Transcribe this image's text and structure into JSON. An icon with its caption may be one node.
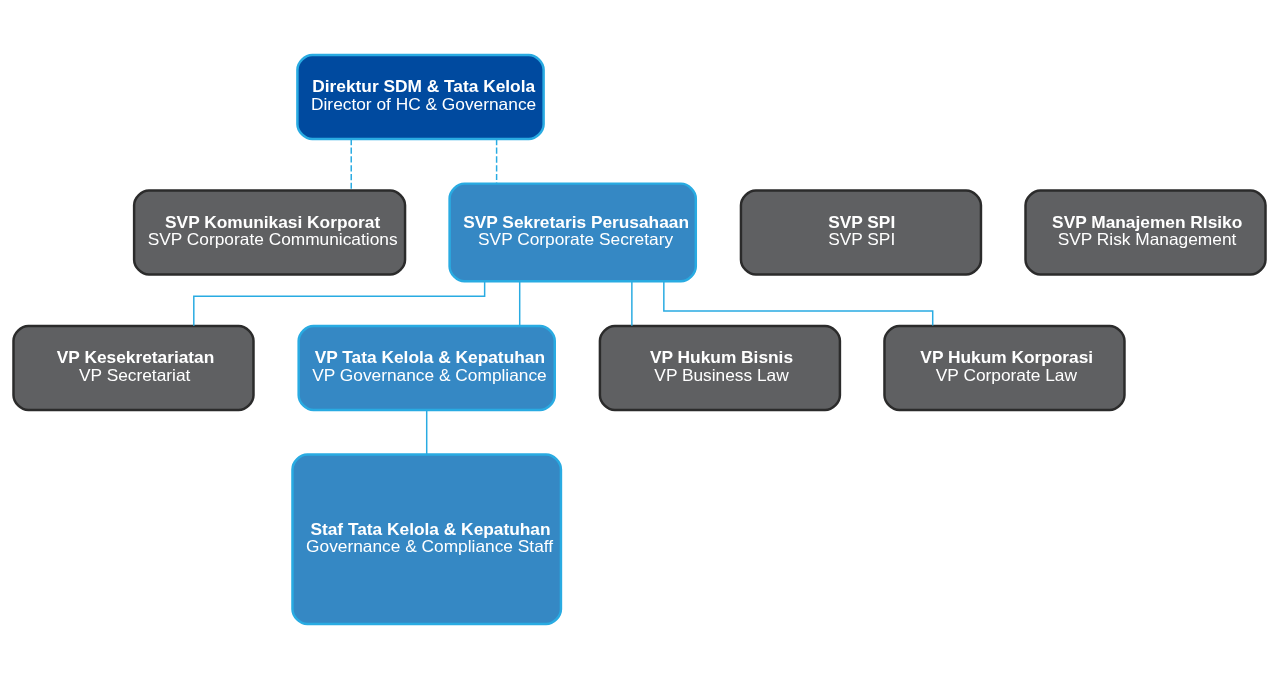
{
  "diagram": {
    "nodes": [
      {
        "text": [
          "Direktur SDM & Tata Kelola",
          "Director of HC & Governance"
        ]
      },
      {
        "text": [
          "SVP Komunikasi Korporat",
          "SVP Corporate Communications"
        ]
      },
      {
        "text": [
          "SVP Sekretaris Perusahaan",
          "SVP Corporate Secretary"
        ]
      },
      {
        "text": [
          "SVP SPI",
          "SVP SPI"
        ]
      },
      {
        "text": [
          "SVP Manajemen RIsiko",
          "SVP Risk Management"
        ]
      },
      {
        "text": [
          "VP Kesekretariatan",
          "VP Secretariat"
        ]
      },
      {
        "text": [
          "VP Tata Kelola & Kepatuhan",
          "VP Governance & Compliance"
        ]
      },
      {
        "text": [
          "VP Hukum Bisnis",
          "VP Business Law"
        ]
      },
      {
        "text": [
          "VP Hukum Korporasi",
          "VP Corporate Law"
        ]
      },
      {
        "text": [
          "Staf Tata Kelola & Kepatuhan",
          "Governance & Compliance Staff"
        ]
      }
    ],
    "edges": [
      {
        "from": 0,
        "to": 1,
        "arrow": "none",
        "style": "dashed"
      },
      {
        "from": 0,
        "to": 2,
        "arrow": "none",
        "style": "dashed"
      },
      {
        "from": 2,
        "to": 5,
        "arrow": "none"
      },
      {
        "from": 2,
        "to": 6,
        "arrow": "none"
      },
      {
        "from": 2,
        "to": 7,
        "arrow": "none"
      },
      {
        "from": 2,
        "to": 8,
        "arrow": "none"
      },
      {
        "from": 6,
        "to": 9,
        "arrow": "none"
      }
    ]
  }
}
